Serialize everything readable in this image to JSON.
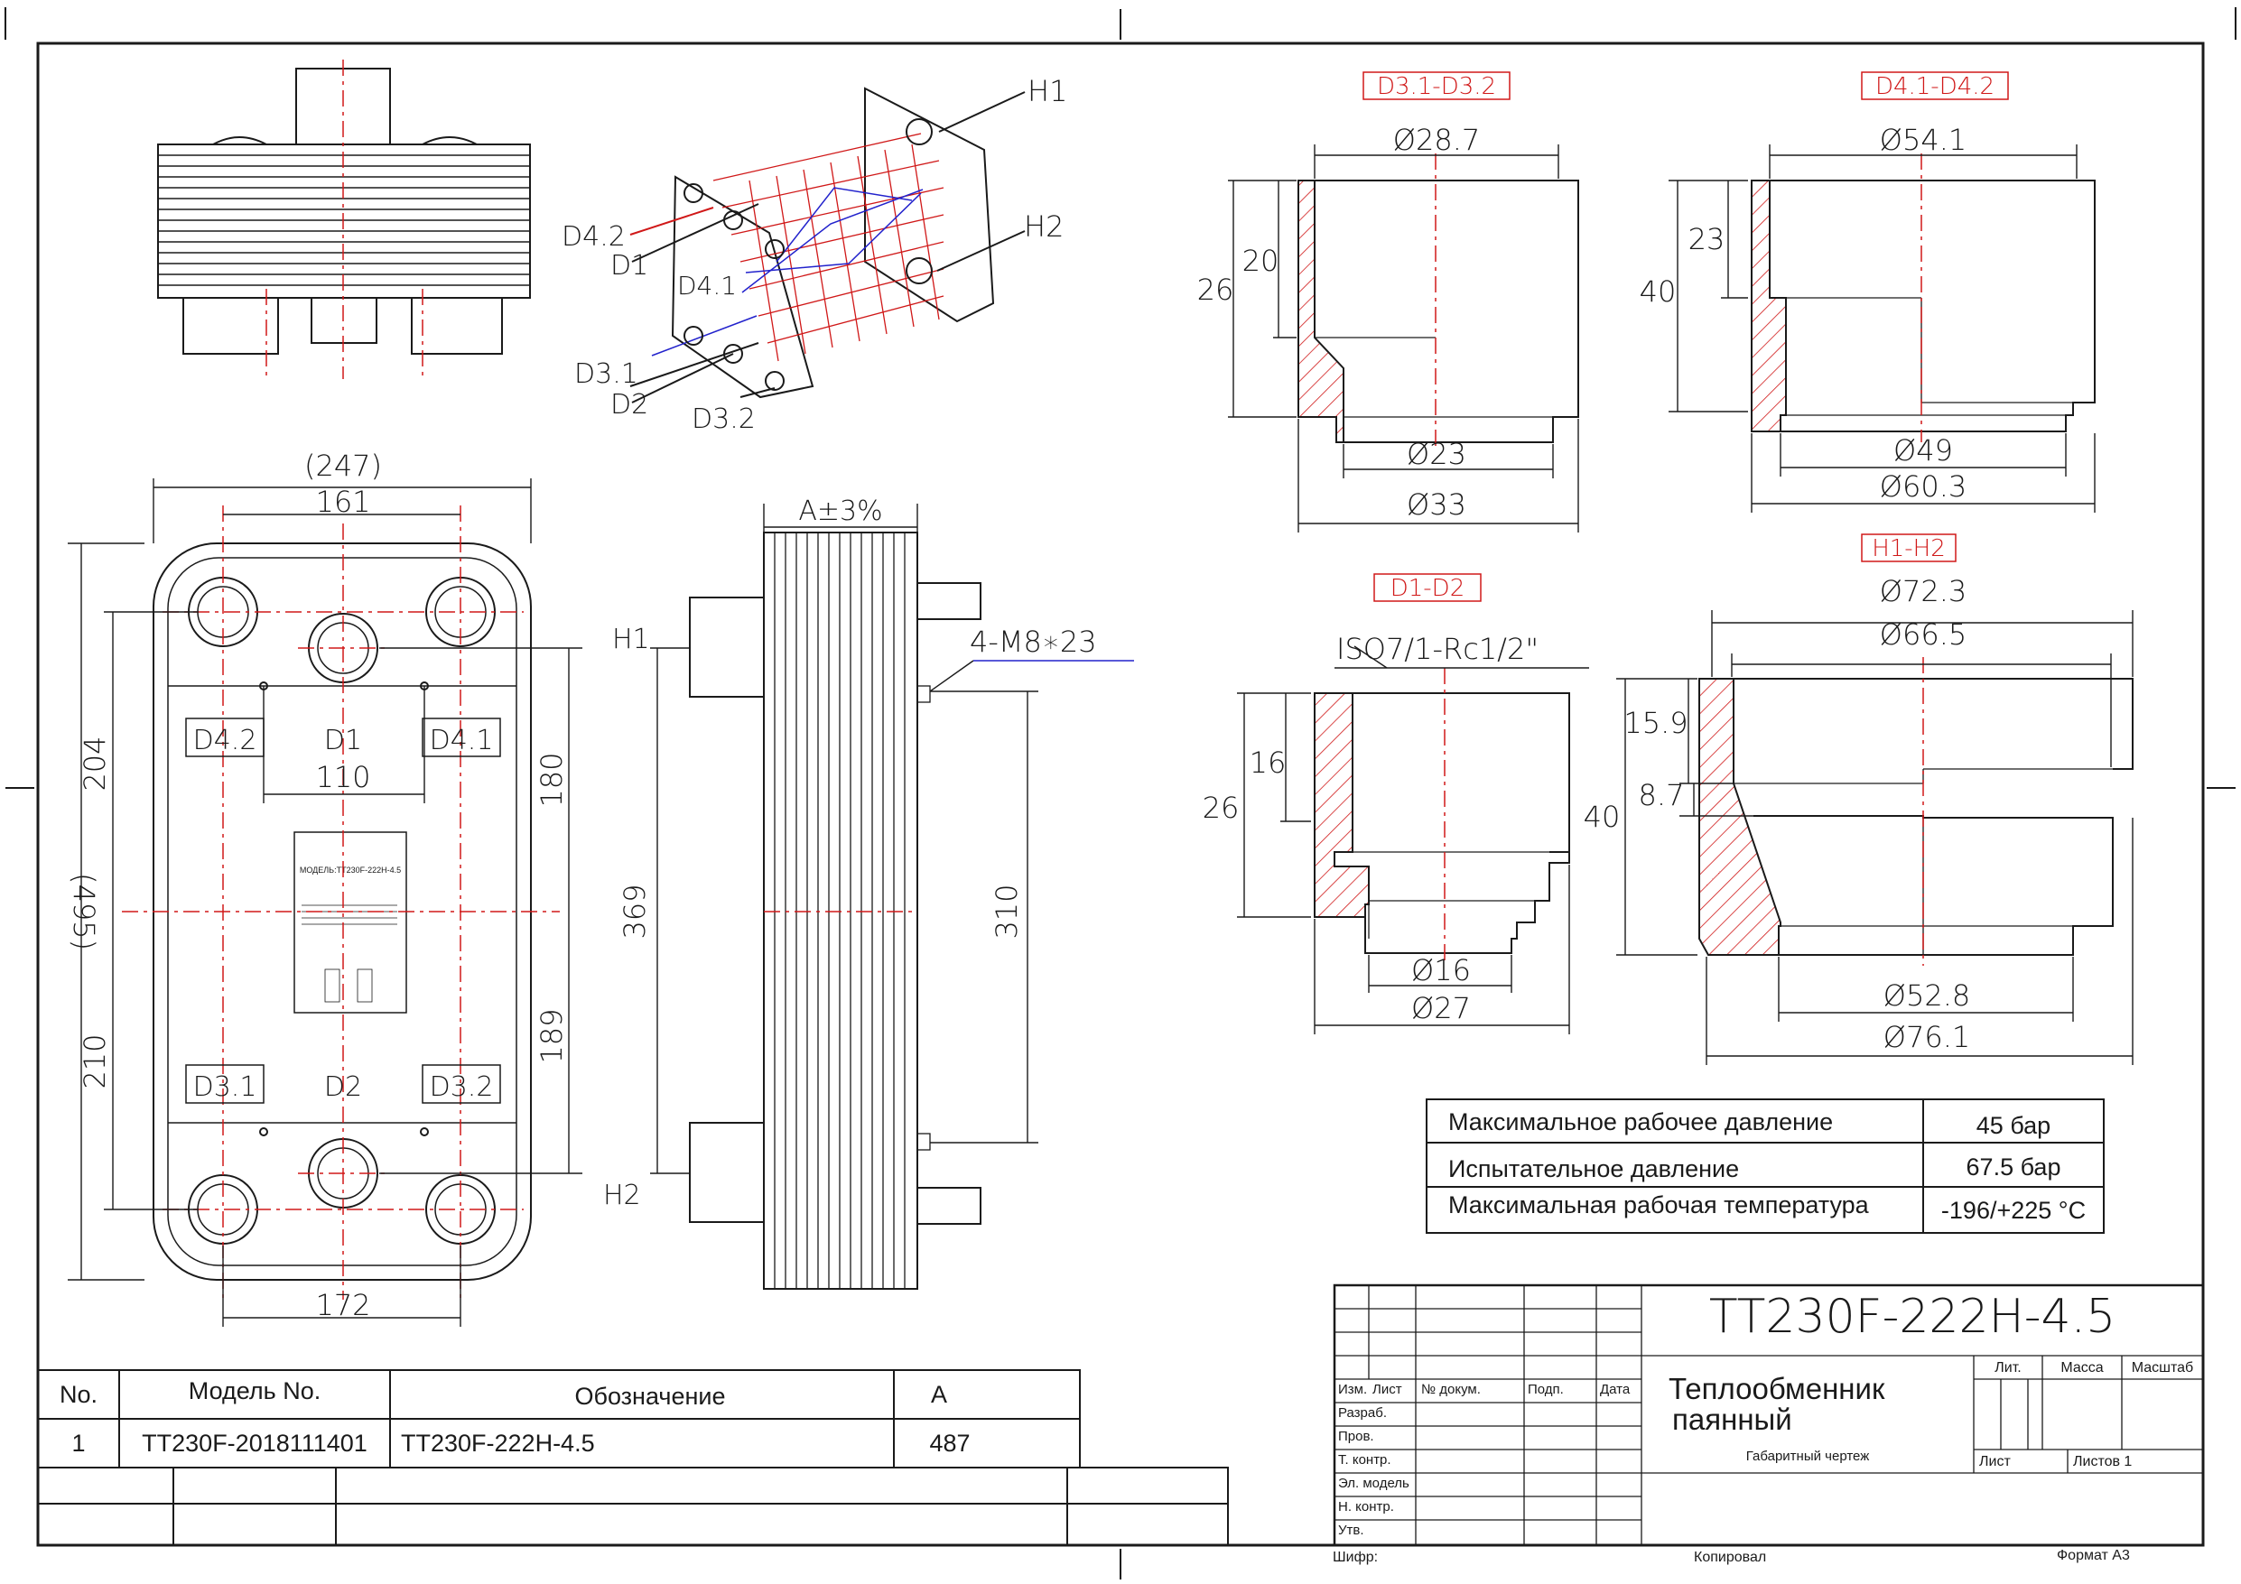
{
  "colors": {
    "line": "#1a1a1a",
    "accent": "#d01818",
    "blue": "#2222cc"
  },
  "iso_view": {
    "labels": [
      "H1",
      "H2",
      "D4.2",
      "D1",
      "D4.1",
      "D3.1",
      "D2",
      "D3.2"
    ]
  },
  "front_view": {
    "dims": {
      "overall_width": "(247)",
      "top_spacing": "161",
      "mid_spacing": "110",
      "bottom_spacing": "172",
      "overall_height": "(495)",
      "upper": "204",
      "lower": "210",
      "right_upper": "180",
      "right_lower": "189"
    },
    "port_labels": {
      "d42": "D4.2",
      "d1": "D1",
      "d41": "D4.1",
      "d31": "D3.1",
      "d2": "D2",
      "d32": "D3.2"
    },
    "nameplate": {
      "model": "МОДЕЛЬ:TT230F-222H-4.5"
    }
  },
  "side_view": {
    "thickness": "A±3%",
    "bolts": "4-M8∗23",
    "h1": "H1",
    "h2": "H2",
    "height": "369",
    "bolt_spacing": "310"
  },
  "details": {
    "d3": {
      "title": "D3.1-D3.2",
      "top_dia": "Ø28.7",
      "h_total": "26",
      "h_inner": "20",
      "inner_dia": "Ø23",
      "outer_dia": "Ø33"
    },
    "d4": {
      "title": "D4.1-D4.2",
      "top_dia": "Ø54.1",
      "h_total": "40",
      "h_inner": "23",
      "inner_dia": "Ø49",
      "outer_dia": "Ø60.3"
    },
    "d1": {
      "title": "D1-D2",
      "thread": "ISO7/1-Rc1/2\"",
      "h_total": "26",
      "h_inner": "16",
      "inner_dia": "Ø16",
      "outer_dia": "Ø27"
    },
    "h1": {
      "title": "H1-H2",
      "dia_a": "Ø72.3",
      "dia_b": "Ø66.5",
      "h_total": "40",
      "h_a": "15.9",
      "h_b": "8.7",
      "inner_dia": "Ø52.8",
      "outer_dia": "Ø76.1"
    }
  },
  "specs": [
    {
      "label": "Максимальное рабочее давление",
      "value": "45 бар"
    },
    {
      "label": "Испытательное давление",
      "value": "67.5 бар"
    },
    {
      "label": "Максимальная рабочая температура",
      "value": "-196/+225 °C"
    }
  ],
  "bom": {
    "headers": [
      "No.",
      "Модель No.",
      "Обозначение",
      "A"
    ],
    "rows": [
      {
        "no": "1",
        "model": "TT230F-2018111401",
        "designation": "TT230F-222H-4.5",
        "a": "487"
      }
    ]
  },
  "title_block": {
    "designation": "TT230F-222H-4.5",
    "name_line1": "Теплообменник",
    "name_line2": "паянный",
    "doc_type": "Габаритный чертеж",
    "col_headers": [
      "Изм.",
      "Лист",
      "№ докум.",
      "Подп.",
      "Дата"
    ],
    "row_labels": [
      "Разраб.",
      "Пров.",
      "Т. контр.",
      "Эл. модель",
      "Н. контр.",
      "Утв."
    ],
    "lit": "Лит.",
    "mass": "Масса",
    "scale": "Масштаб",
    "sheet": "Лист",
    "sheets": "Листов 1",
    "cipher": "Шифр:",
    "copied": "Копировал",
    "format": "Формат А3"
  }
}
